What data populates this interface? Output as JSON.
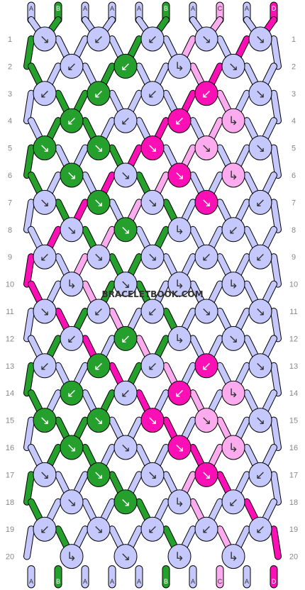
{
  "watermark": "BRACELETBOOK.COM",
  "colors": {
    "A": "#c5c8fc",
    "B": "#25a02c",
    "C": "#fcacee",
    "D": "#fc0fb4",
    "outline": "#000000",
    "label_text_dark": "#333333",
    "label_text_light": "#ffffff"
  },
  "strands_top": [
    "A",
    "B",
    "A",
    "A",
    "A",
    "B",
    "A",
    "C",
    "A",
    "D"
  ],
  "strands_bottom": [
    "A",
    "B",
    "A",
    "A",
    "A",
    "B",
    "A",
    "C",
    "A",
    "D"
  ],
  "row_numbers": [
    "1",
    "2",
    "3",
    "4",
    "5",
    "6",
    "7",
    "8",
    "9",
    "10",
    "11",
    "12",
    "13",
    "14",
    "15",
    "16",
    "17",
    "18",
    "19",
    "20"
  ],
  "knots": [
    [
      {
        "c": "A",
        "a": "↘"
      },
      {
        "c": "A",
        "a": "↙"
      },
      {
        "c": "A",
        "a": "↙"
      },
      {
        "c": "A",
        "a": "↘"
      },
      {
        "c": "A",
        "a": "↘"
      }
    ],
    [
      {
        "c": "A",
        "a": "↙"
      },
      {
        "c": "B",
        "a": "↙"
      },
      {
        "c": "A",
        "a": "↳"
      },
      {
        "c": "A",
        "a": "↘"
      }
    ],
    [
      {
        "c": "A",
        "a": "↙"
      },
      {
        "c": "B",
        "a": "↙"
      },
      {
        "c": "A",
        "a": "↙"
      },
      {
        "c": "D",
        "a": "↙"
      },
      {
        "c": "A",
        "a": "↘"
      }
    ],
    [
      {
        "c": "B",
        "a": "↙"
      },
      {
        "c": "A",
        "a": "↙"
      },
      {
        "c": "D",
        "a": "↙"
      },
      {
        "c": "C",
        "a": "↳"
      }
    ],
    [
      {
        "c": "B",
        "a": "↘"
      },
      {
        "c": "B",
        "a": "↘"
      },
      {
        "c": "D",
        "a": "↘"
      },
      {
        "c": "C",
        "a": "↘"
      },
      {
        "c": "A",
        "a": "↘"
      }
    ],
    [
      {
        "c": "B",
        "a": "↘"
      },
      {
        "c": "A",
        "a": "↘"
      },
      {
        "c": "D",
        "a": "↘"
      },
      {
        "c": "C",
        "a": "↳"
      }
    ],
    [
      {
        "c": "A",
        "a": "↘"
      },
      {
        "c": "B",
        "a": "↘"
      },
      {
        "c": "A",
        "a": "↘"
      },
      {
        "c": "D",
        "a": "↘"
      },
      {
        "c": "A",
        "a": "↙"
      }
    ],
    [
      {
        "c": "A",
        "a": "↘"
      },
      {
        "c": "B",
        "a": "↘"
      },
      {
        "c": "A",
        "a": "↳"
      },
      {
        "c": "A",
        "a": "↙"
      }
    ],
    [
      {
        "c": "A",
        "a": "↙"
      },
      {
        "c": "A",
        "a": "↘"
      },
      {
        "c": "A",
        "a": "↘"
      },
      {
        "c": "A",
        "a": "↙"
      },
      {
        "c": "A",
        "a": "↙"
      }
    ],
    [
      {
        "c": "A",
        "a": "↳"
      },
      {
        "c": "A",
        "a": "↘"
      },
      {
        "c": "A",
        "a": "↳"
      },
      {
        "c": "A",
        "a": "↳"
      }
    ],
    [
      {
        "c": "A",
        "a": "↘"
      },
      {
        "c": "A",
        "a": "↙"
      },
      {
        "c": "A",
        "a": "↙"
      },
      {
        "c": "A",
        "a": "↘"
      },
      {
        "c": "A",
        "a": "↘"
      }
    ],
    [
      {
        "c": "A",
        "a": "↙"
      },
      {
        "c": "B",
        "a": "↙"
      },
      {
        "c": "A",
        "a": "↳"
      },
      {
        "c": "A",
        "a": "↘"
      }
    ],
    [
      {
        "c": "A",
        "a": "↙"
      },
      {
        "c": "B",
        "a": "↙"
      },
      {
        "c": "A",
        "a": "↙"
      },
      {
        "c": "D",
        "a": "↙"
      },
      {
        "c": "A",
        "a": "↘"
      }
    ],
    [
      {
        "c": "B",
        "a": "↙"
      },
      {
        "c": "A",
        "a": "↙"
      },
      {
        "c": "D",
        "a": "↙"
      },
      {
        "c": "C",
        "a": "↳"
      }
    ],
    [
      {
        "c": "B",
        "a": "↘"
      },
      {
        "c": "B",
        "a": "↘"
      },
      {
        "c": "D",
        "a": "↘"
      },
      {
        "c": "C",
        "a": "↘"
      },
      {
        "c": "A",
        "a": "↘"
      }
    ],
    [
      {
        "c": "B",
        "a": "↘"
      },
      {
        "c": "A",
        "a": "↘"
      },
      {
        "c": "D",
        "a": "↘"
      },
      {
        "c": "C",
        "a": "↳"
      }
    ],
    [
      {
        "c": "A",
        "a": "↘"
      },
      {
        "c": "B",
        "a": "↘"
      },
      {
        "c": "A",
        "a": "↘"
      },
      {
        "c": "D",
        "a": "↘"
      },
      {
        "c": "A",
        "a": "↙"
      }
    ],
    [
      {
        "c": "A",
        "a": "↘"
      },
      {
        "c": "B",
        "a": "↘"
      },
      {
        "c": "A",
        "a": "↳"
      },
      {
        "c": "A",
        "a": "↙"
      }
    ],
    [
      {
        "c": "A",
        "a": "↙"
      },
      {
        "c": "A",
        "a": "↘"
      },
      {
        "c": "A",
        "a": "↙"
      },
      {
        "c": "A",
        "a": "↙"
      },
      {
        "c": "A",
        "a": "↙"
      }
    ],
    [
      {
        "c": "A",
        "a": "↳"
      },
      {
        "c": "A",
        "a": "↘"
      },
      {
        "c": "A",
        "a": "↳"
      },
      {
        "c": "A",
        "a": "↳"
      }
    ]
  ]
}
